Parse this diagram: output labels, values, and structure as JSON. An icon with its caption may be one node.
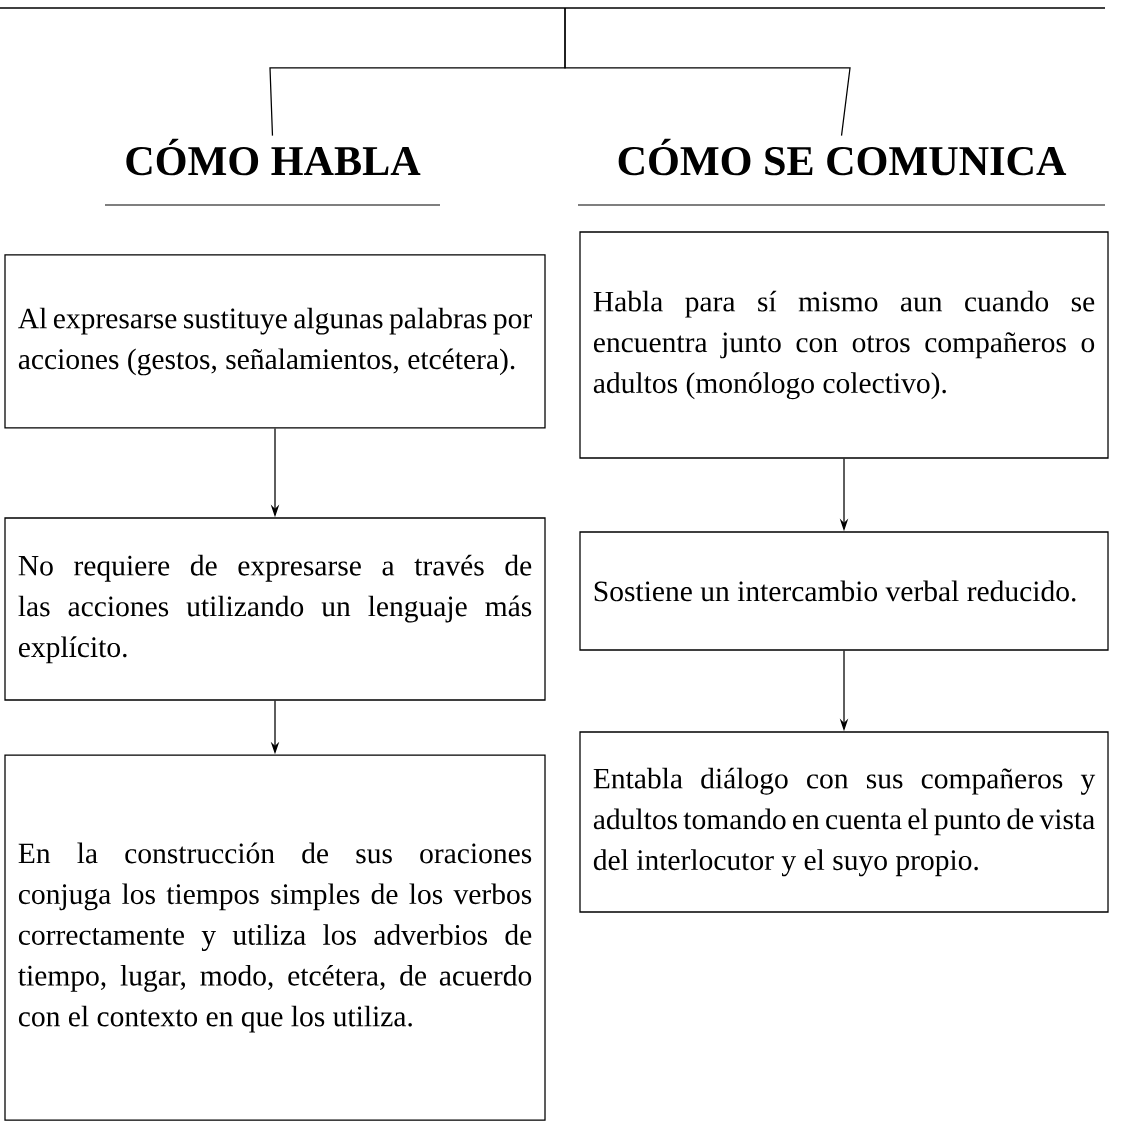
{
  "diagram": {
    "nodes": [
      {
        "text": [
          "CÓMO HABLA"
        ]
      },
      {
        "text": [
          "CÓMO SE COMUNICA"
        ]
      },
      {
        "text": [
          "Al expresarse sustituye algunas palabras por acciones (gestos, señalamientos, etcétera)."
        ]
      },
      {
        "text": [
          "No requiere de expresarse a través de las acciones utilizando un lenguaje más explícito."
        ]
      },
      {
        "text": [
          "En la construcción de sus oraciones conjuga los tiempos simples de los verbos correctamente y utiliza los adverbios de tiempo, lugar, modo, etcétera, de acuerdo con el contexto en que los utiliza."
        ]
      },
      {
        "text": [
          "Habla para sí mismo aun cuando se encuentra junto con otros compañeros o adultos (monólogo colectivo)."
        ]
      },
      {
        "text": [
          "Sostiene un intercambio verbal reducido."
        ]
      },
      {
        "text": [
          "Entabla diálogo con sus compañeros y adultos tomando en cuenta el punto de vista del interlocutor y el suyo propio."
        ]
      }
    ],
    "edges": [
      {
        "from": null,
        "to": 0,
        "arrow": "none"
      },
      {
        "from": null,
        "to": 1,
        "arrow": "none"
      },
      {
        "from": 2,
        "to": 3,
        "arrow": "to"
      },
      {
        "from": 3,
        "to": 4,
        "arrow": "to"
      },
      {
        "from": 5,
        "to": 6,
        "arrow": "to"
      },
      {
        "from": 6,
        "to": 7,
        "arrow": "to"
      }
    ]
  }
}
